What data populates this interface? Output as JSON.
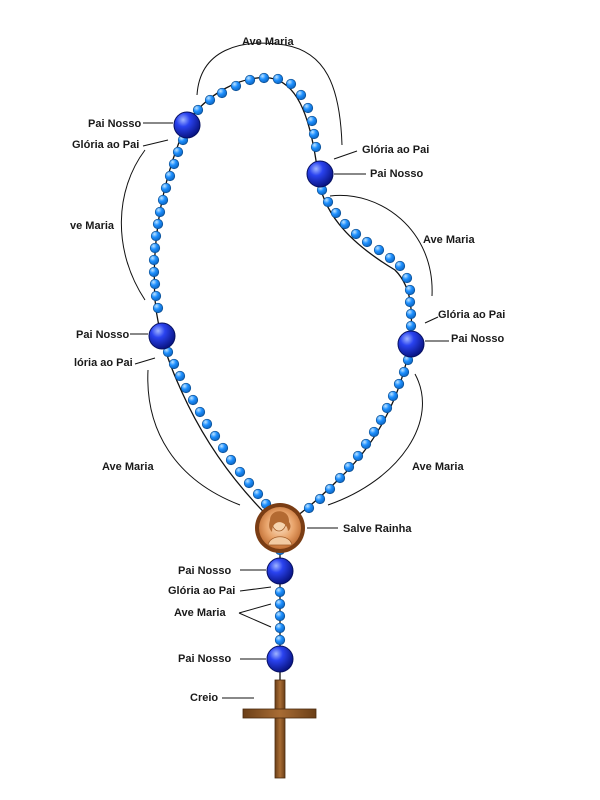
{
  "labels": {
    "ave_maria": "Ave Maria",
    "pai_nosso": "Pai Nosso",
    "gloria_ao_pai": "Glória ao Pai",
    "salve_rainha": "Salve Rainha",
    "creio": "Creio",
    "gloria_ao_pai_cropped_a": "Glória ao Pai",
    "gloria_ao_pai_cropped_b": "lória ao Pai",
    "ave_maria_cropped": "ve Maria"
  },
  "colors": {
    "small_bead": "#1e90ff",
    "large_bead": "#0a1edc",
    "chain": "#111111",
    "cross": "#8b5a2b",
    "medal": "#c8783c"
  },
  "icons": {
    "medal": "portrait-medal-icon",
    "cross": "cross-icon"
  }
}
